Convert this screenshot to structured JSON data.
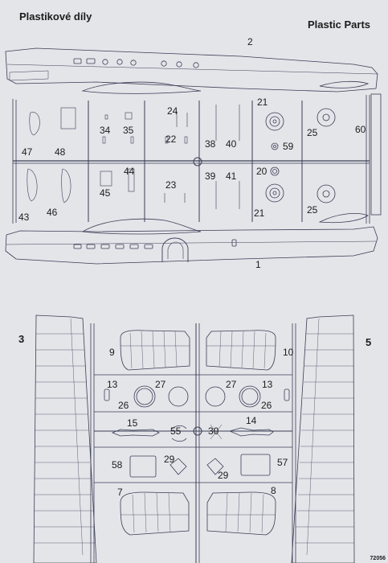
{
  "header": {
    "title_cz": "Plastikové díly",
    "title_en": "Plastic Parts"
  },
  "catalog_code": "72056",
  "parts": {
    "p1": "1",
    "p2": "2",
    "p3": "3",
    "p5": "5",
    "p7": "7",
    "p8": "8",
    "p9": "9",
    "p10": "10",
    "p13a": "13",
    "p13b": "13",
    "p14": "14",
    "p15": "15",
    "p20": "20",
    "p21a": "21",
    "p21b": "21",
    "p22": "22",
    "p23": "23",
    "p24": "24",
    "p25a": "25",
    "p25b": "25",
    "p26a": "26",
    "p26b": "26",
    "p27a": "27",
    "p27b": "27",
    "p29a": "29",
    "p29b": "29",
    "p30": "30",
    "p34": "34",
    "p35": "35",
    "p38": "38",
    "p39": "39",
    "p40": "40",
    "p41": "41",
    "p43": "43",
    "p44": "44",
    "p45": "45",
    "p46": "46",
    "p47": "47",
    "p48": "48",
    "p55": "55",
    "p57": "57",
    "p58": "58",
    "p59": "59",
    "p60": "60"
  },
  "colors": {
    "paper": "#e4e5e9",
    "line": "#3a3d55",
    "text": "#1c1c1c"
  }
}
